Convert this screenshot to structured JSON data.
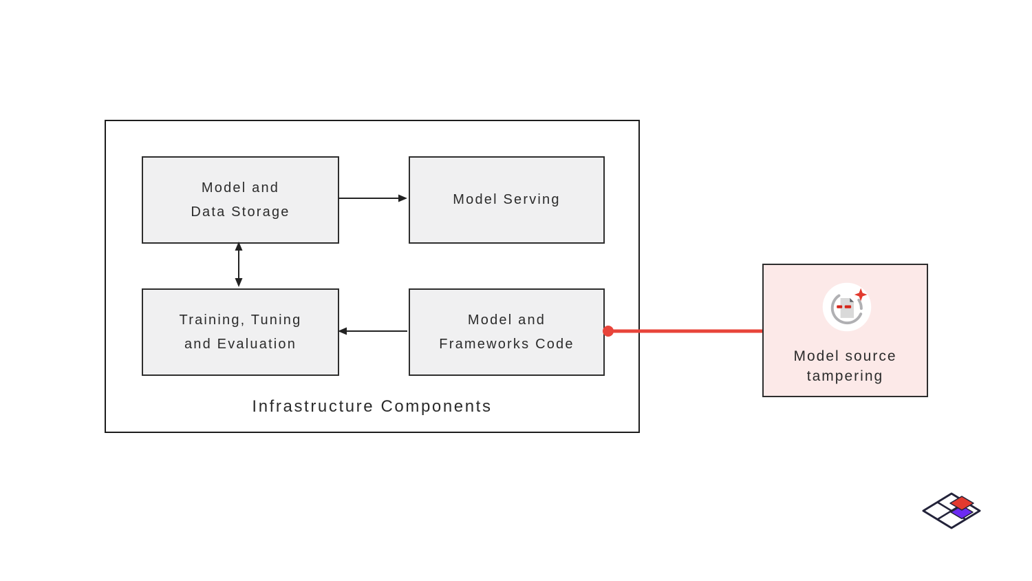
{
  "container": {
    "label": "Infrastructure Components"
  },
  "nodes": {
    "storage": {
      "lines": [
        "Model and",
        "Data Storage"
      ]
    },
    "serving": {
      "lines": [
        "Model Serving"
      ]
    },
    "training": {
      "lines": [
        "Training, Tuning",
        "and Evaluation"
      ]
    },
    "frameworks": {
      "lines": [
        "Model and",
        "Frameworks Code"
      ]
    }
  },
  "threat": {
    "lines": [
      "Model source",
      "tampering"
    ],
    "icon": "tampered-document-sparkle-icon"
  },
  "connections": [
    {
      "from": "storage",
      "to": "serving",
      "style": "single-arrow"
    },
    {
      "from": "storage",
      "to": "training",
      "style": "double-arrow"
    },
    {
      "from": "frameworks",
      "to": "training",
      "style": "single-arrow"
    },
    {
      "from": "frameworks",
      "to": "threat",
      "style": "red-line-with-dot"
    }
  ],
  "colors": {
    "accent_red": "#e8443a",
    "node_fill": "#f0f0f1",
    "node_border": "#2d2d2d",
    "container_border": "#1c1c1c",
    "threat_fill": "#fce9e8",
    "text": "#2b2b2b",
    "icon_arc_gray": "#b0b0b3",
    "icon_doc_gray": "#d9d9d9",
    "icon_fold_gray": "#606368",
    "logo_outline": "#23233a",
    "logo_red": "#e23a2e",
    "logo_purple": "#6c2bf2"
  }
}
